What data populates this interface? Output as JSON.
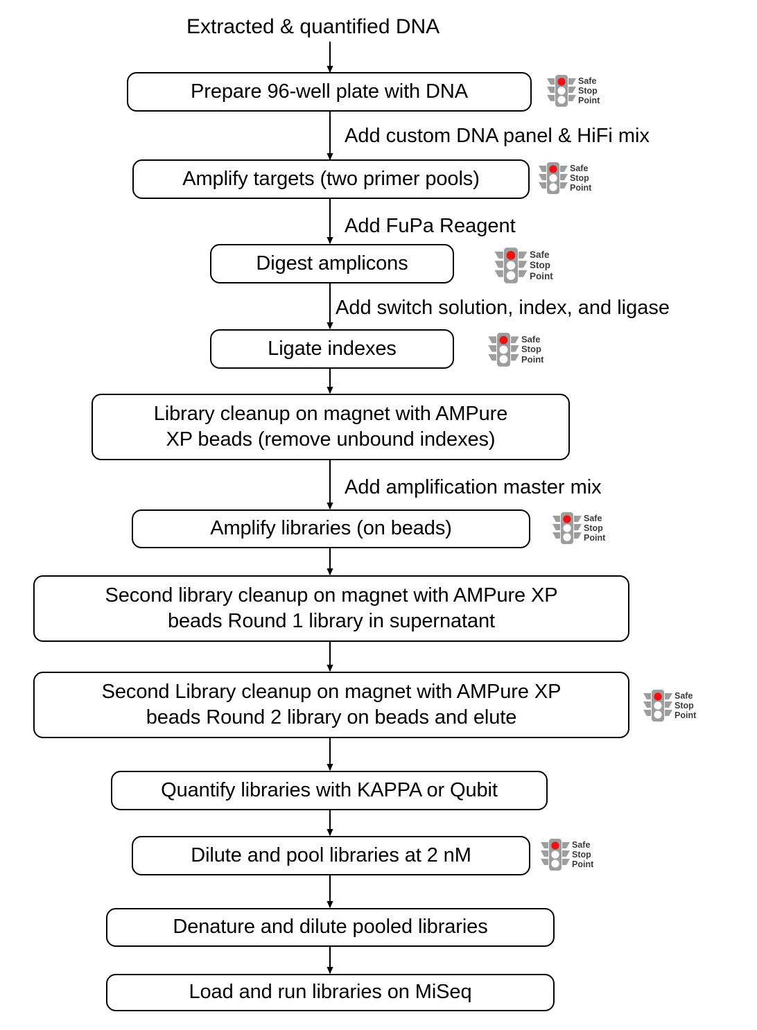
{
  "diagram": {
    "title": "Extracted & quantified DNA",
    "start_label": "Extracted & quantified DNA",
    "badge": {
      "icon": "traffic-light-icon",
      "line1": "Safe",
      "line2": "Stop",
      "line3": "Point",
      "body_color": "#9d9d9d",
      "lamp_on_color": "#ee1111",
      "lamp_off_color": "#ffffff",
      "text_color": "#3b3b3b"
    },
    "colors": {
      "background": "#ffffff",
      "box_border": "#000000",
      "box_fill": "#ffffff",
      "text": "#000000",
      "connector": "#000000"
    },
    "nodes": [
      {
        "id": "n1",
        "label": "Prepare 96-well plate with DNA",
        "safe_stop_point": true
      },
      {
        "id": "n2",
        "label": "Amplify targets (two primer pools)",
        "safe_stop_point": true
      },
      {
        "id": "n3",
        "label": "Digest amplicons",
        "safe_stop_point": true
      },
      {
        "id": "n4",
        "label": "Ligate indexes",
        "safe_stop_point": true
      },
      {
        "id": "n5",
        "label": "Library cleanup on magnet with AMPure\nXP beads (remove unbound indexes)",
        "safe_stop_point": false
      },
      {
        "id": "n6",
        "label": "Amplify libraries (on beads)",
        "safe_stop_point": true
      },
      {
        "id": "n7",
        "label": "Second library cleanup on magnet with AMPure XP\nbeads Round 1 library in supernatant",
        "safe_stop_point": false
      },
      {
        "id": "n8",
        "label": "Second Library cleanup on magnet with AMPure XP\nbeads Round 2 library on beads and elute",
        "safe_stop_point": true
      },
      {
        "id": "n9",
        "label": "Quantify libraries with KAPPA or Qubit",
        "safe_stop_point": false
      },
      {
        "id": "n10",
        "label": "Dilute and pool libraries at 2 nM",
        "safe_stop_point": true
      },
      {
        "id": "n11",
        "label": "Denature and dilute pooled libraries",
        "safe_stop_point": false
      },
      {
        "id": "n12",
        "label": "Load and run libraries on MiSeq",
        "safe_stop_point": false
      }
    ],
    "edges": [
      {
        "from": "start",
        "to": "n1",
        "label": ""
      },
      {
        "from": "n1",
        "to": "n2",
        "label": "Add custom DNA panel & HiFi mix"
      },
      {
        "from": "n2",
        "to": "n3",
        "label": "Add FuPa Reagent"
      },
      {
        "from": "n3",
        "to": "n4",
        "label": "Add switch solution, index, and ligase"
      },
      {
        "from": "n4",
        "to": "n5",
        "label": ""
      },
      {
        "from": "n5",
        "to": "n6",
        "label": "Add amplification master mix"
      },
      {
        "from": "n6",
        "to": "n7",
        "label": ""
      },
      {
        "from": "n7",
        "to": "n8",
        "label": ""
      },
      {
        "from": "n8",
        "to": "n9",
        "label": ""
      },
      {
        "from": "n9",
        "to": "n10",
        "label": ""
      },
      {
        "from": "n10",
        "to": "n11",
        "label": ""
      },
      {
        "from": "n11",
        "to": "n12",
        "label": ""
      }
    ]
  }
}
